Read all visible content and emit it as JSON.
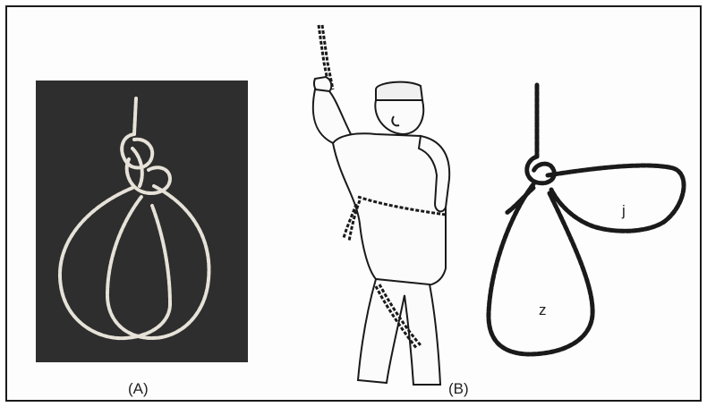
{
  "figure": {
    "panels": [
      {
        "caption": "(A)"
      },
      {
        "caption": "(B)"
      }
    ],
    "loop_labels": {
      "small_loop": "j",
      "large_loop": "z"
    },
    "colors": {
      "panel_a_background": "#2e2e2e",
      "rope_light": "#e6e2d8",
      "ink": "#1a1a1a"
    }
  }
}
